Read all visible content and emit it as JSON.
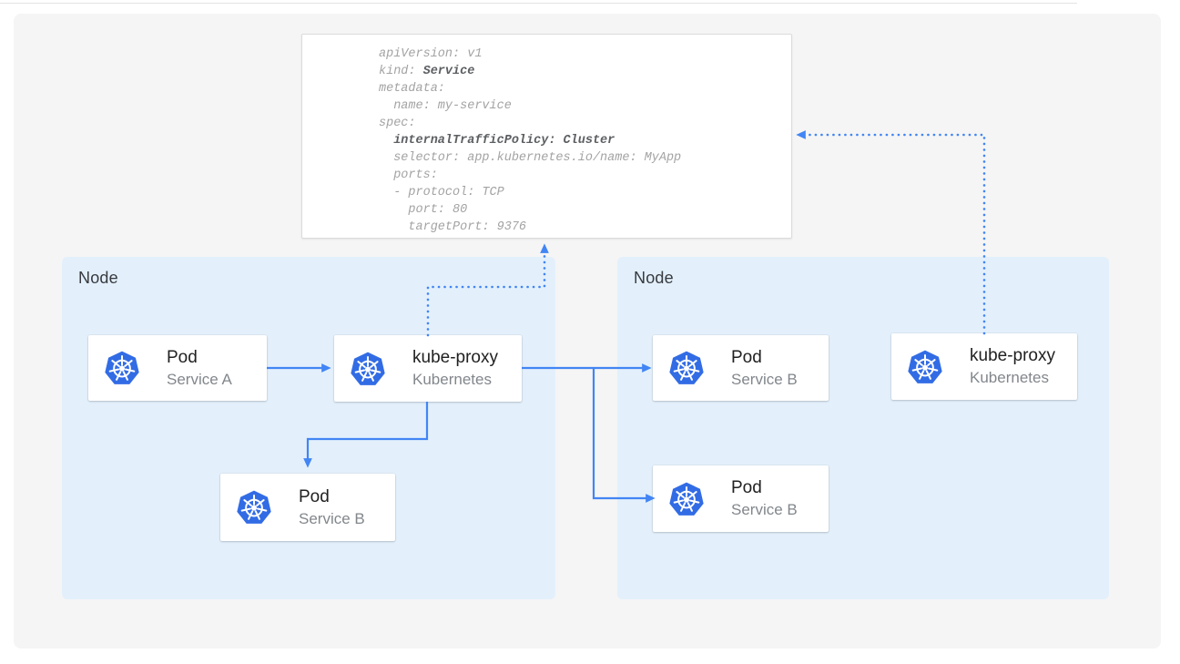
{
  "colors": {
    "arrow_blue": "#4285f4",
    "kubernetes_blue": "#326ce5",
    "node_fill": "#e3f0fc",
    "panel_fill": "#f5f5f5"
  },
  "yaml_card": {
    "lines": [
      [
        {
          "t": "apiVersion: v1",
          "b": false
        }
      ],
      [
        {
          "t": "kind: ",
          "b": false
        },
        {
          "t": "Service",
          "b": true
        }
      ],
      [
        {
          "t": "metadata:",
          "b": false
        }
      ],
      [
        {
          "t": "  name: my-service",
          "b": false
        }
      ],
      [
        {
          "t": "spec:",
          "b": false
        }
      ],
      [
        {
          "t": "  ",
          "b": false
        },
        {
          "t": "internalTrafficPolicy: Cluster",
          "b": true
        }
      ],
      [
        {
          "t": "  selector: app.kubernetes.io/name: MyApp",
          "b": false
        }
      ],
      [
        {
          "t": "  ports:",
          "b": false
        }
      ],
      [
        {
          "t": "  - protocol: TCP",
          "b": false
        }
      ],
      [
        {
          "t": "    port: 80",
          "b": false
        }
      ],
      [
        {
          "t": "    targetPort: 9376",
          "b": false
        }
      ]
    ]
  },
  "nodes": [
    {
      "label": "Node"
    },
    {
      "label": "Node"
    }
  ],
  "cards": [
    {
      "icon": "kubernetes-icon",
      "title": "Pod",
      "subtitle": "Service A"
    },
    {
      "icon": "kubernetes-icon",
      "title": "kube-proxy",
      "subtitle": "Kubernetes"
    },
    {
      "icon": "kubernetes-icon",
      "title": "Pod",
      "subtitle": "Service B"
    },
    {
      "icon": "kubernetes-icon",
      "title": "Pod",
      "subtitle": "Service B"
    },
    {
      "icon": "kubernetes-icon",
      "title": "Pod",
      "subtitle": "Service B"
    },
    {
      "icon": "kubernetes-icon",
      "title": "kube-proxy",
      "subtitle": "Kubernetes"
    }
  ]
}
